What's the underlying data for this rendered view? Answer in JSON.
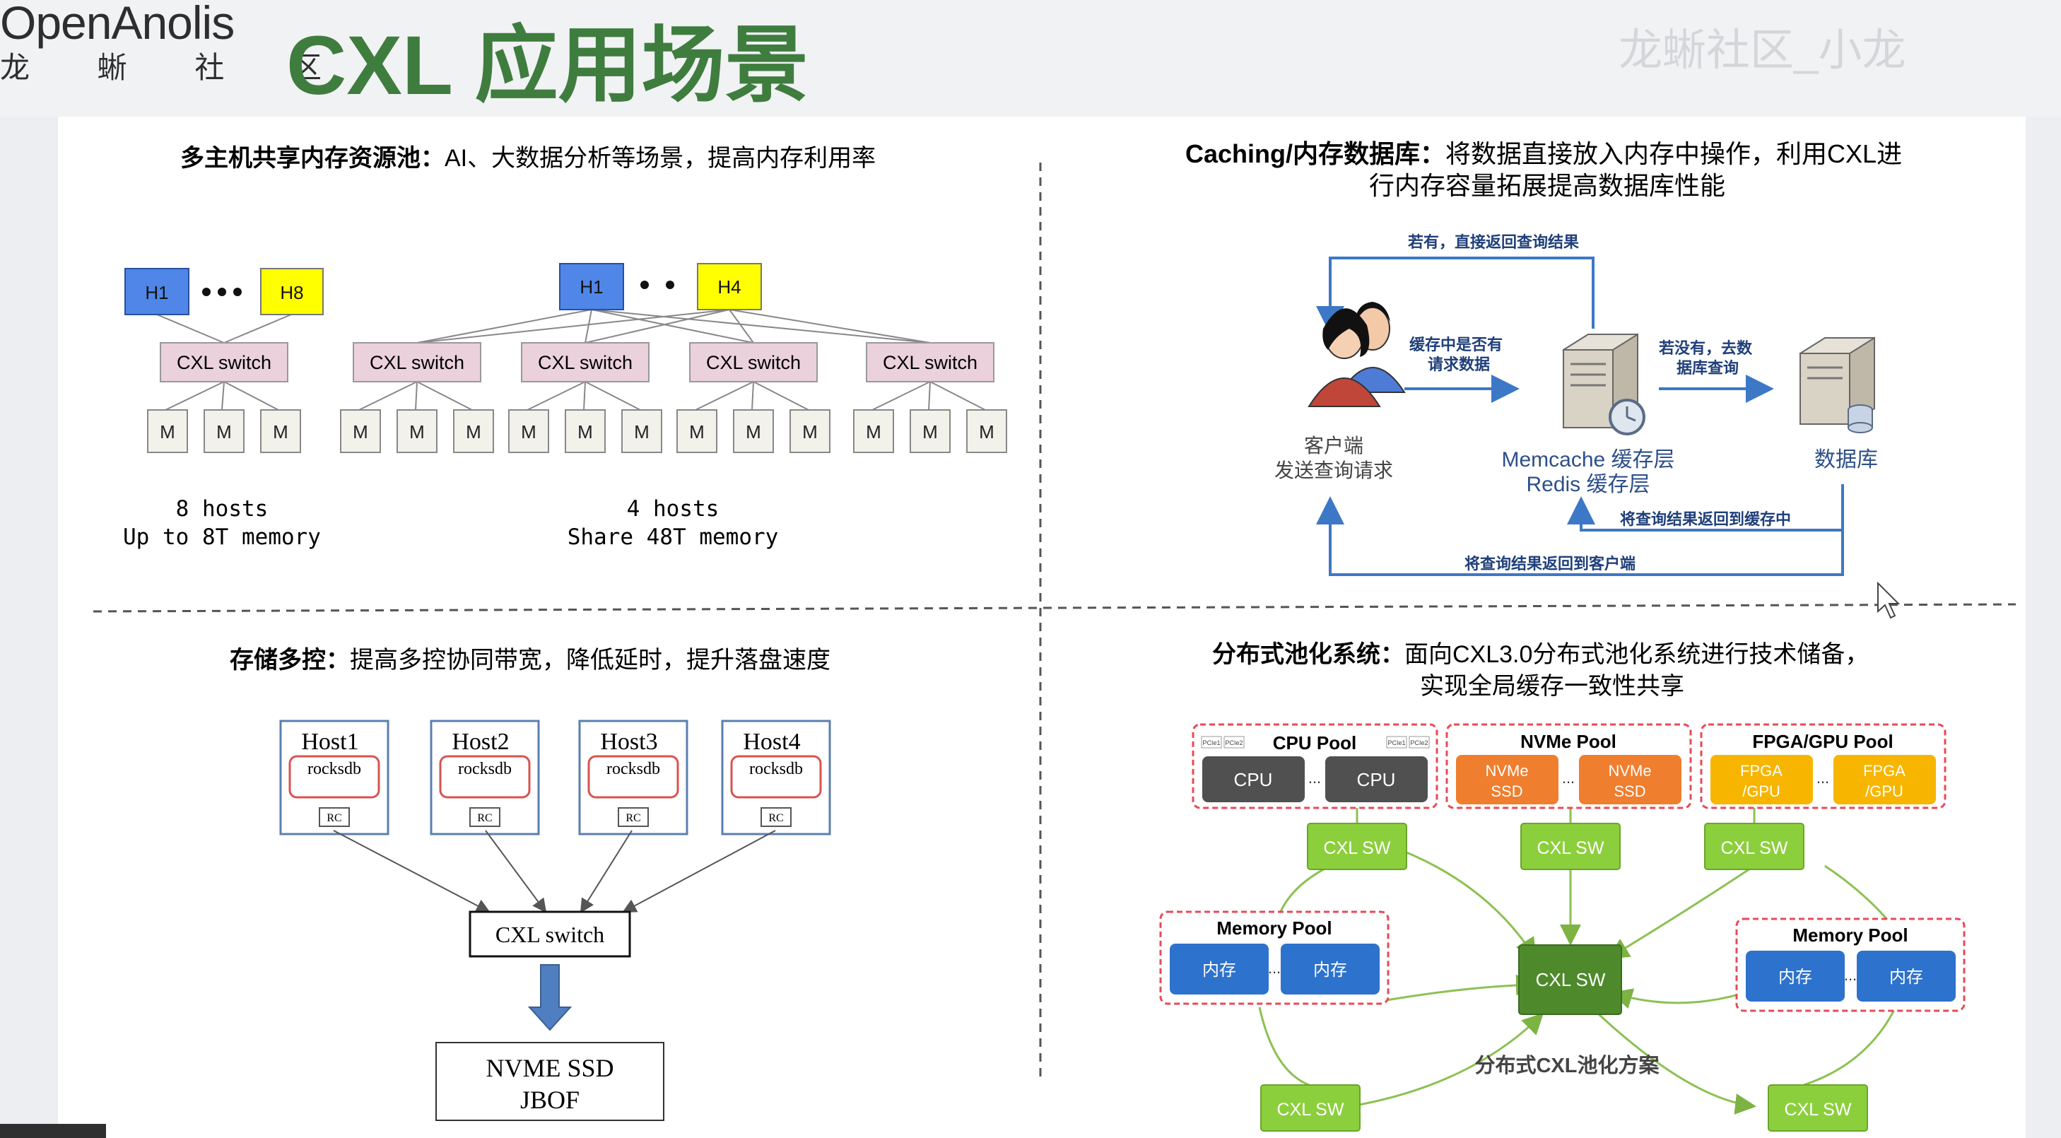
{
  "brand": {
    "logo_en": "OpenAnolis",
    "logo_cn": "龙 蜥 社 区"
  },
  "slide_title": "CXL 应用场景",
  "watermark": "龙蜥社区_小龙",
  "q1": {
    "heading_bold": "多主机共享内存资源池：",
    "heading_rest": "AI、大数据分析等场景，提高内存利用率",
    "left_hosts": [
      "H1",
      "H8"
    ],
    "right_hosts": [
      "H1",
      "H4"
    ],
    "switch_label": "CXL switch",
    "mem_label": "M",
    "caption_left": [
      "8 hosts",
      "Up to 8T memory"
    ],
    "caption_right": [
      "4 hosts",
      "Share 48T memory"
    ]
  },
  "q2": {
    "heading_bold": "Caching/内存数据库：",
    "heading_rest": "将数据直接放入内存中操作，利用CXL进",
    "heading_line2": "行内存容量拓展提高数据库性能",
    "top_arrow": "若有，直接返回查询结果",
    "mid_arrow_left": [
      "缓存中是否有",
      "请求数据"
    ],
    "mid_arrow_right": [
      "若没有，去数",
      "据库查询"
    ],
    "client": [
      "客户端",
      "发送查询请求"
    ],
    "cache": [
      "Memcache 缓存层",
      "Redis 缓存层"
    ],
    "db": "数据库",
    "return_cache": "将查询结果返回到缓存中",
    "return_client": "将查询结果返回到客户端"
  },
  "q3": {
    "heading_bold": "存储多控：",
    "heading_rest": "提高多控协同带宽，降低延时，提升落盘速度",
    "hosts": [
      "Host1",
      "Host2",
      "Host3",
      "Host4"
    ],
    "db_label": "rocksdb",
    "rc_label": "RC",
    "switch_label": "CXL switch",
    "ssd": [
      "NVME SSD",
      "JBOF"
    ]
  },
  "q4": {
    "heading_bold": "分布式池化系统：",
    "heading_rest": "面向CXL3.0分布式池化系统进行技术储备，",
    "heading_line2": "实现全局缓存一致性共享",
    "cpu_pool": "CPU Pool",
    "cpu": "CPU",
    "pcie": [
      "PCIe1",
      "PCIe2"
    ],
    "nvme_pool": "NVMe Pool",
    "nvme": [
      "NVMe",
      "SSD"
    ],
    "fpga_pool": "FPGA/GPU Pool",
    "fpga": [
      "FPGA",
      "/GPU"
    ],
    "memory_pool": "Memory Pool",
    "mem": "内存",
    "sw": "CXL SW",
    "dots": "...",
    "caption": "分布式CXL池化方案"
  },
  "colors": {
    "title_green": "#3f7d3f",
    "host_blue": "#4f86e8",
    "host_yellow": "#ffff00",
    "switch_pink": "#ead1dc",
    "flow_blue": "#3d78c7",
    "cpu_gray": "#505050",
    "nvme_orange": "#ef7e2e",
    "fpga_yellow": "#f7b500",
    "mem_blue": "#2d72cc",
    "sw_green": "#8ccf3c",
    "pool_red": "#e84a58"
  }
}
